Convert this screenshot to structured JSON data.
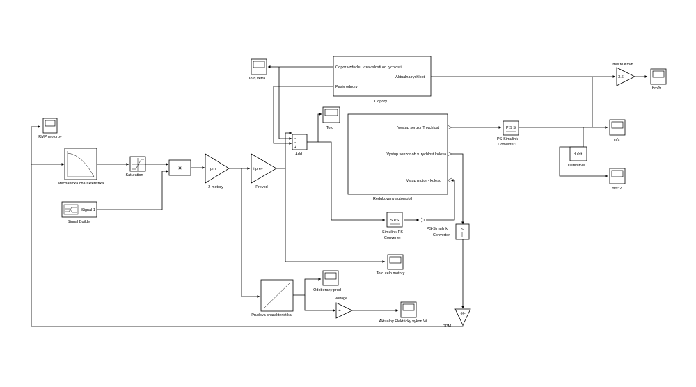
{
  "blocks": {
    "rmp_motorov": "RMP motorov",
    "mechanicka": "Mechanicka charakteristika",
    "saturation": "Saturation",
    "product": "×",
    "pm_gain": "pm",
    "dva_motory": "2 motory",
    "iprev_gain": "i prev",
    "prevod": "Prevod",
    "signal1": "Signal 1",
    "signal_builder": "Signal Builder",
    "torq_vetra": "Torq vetra",
    "odpory_in1": "Odpor vzduchu v zavislosti od rychlosti",
    "odpory_in2": "Pasiv odpory",
    "odpory_out": "Aktualna rychlost",
    "odpory": "Odpory",
    "torq": "Torq",
    "add": "Add",
    "add_signs": [
      "−",
      "−",
      "+"
    ],
    "auto_out1": "Vystup senzor T rychlost",
    "auto_out2": "Vystup senzor ob v. rychlost kolesa",
    "auto_in": "Vstup motor - koleso",
    "auto_name": "Redukovany automobil",
    "ps_sim1": "PS-Simulink",
    "ps_sim1b": "Converter1",
    "ps_sim1_icon": "P S   S",
    "ms_kmh": "m/s to Km/h",
    "gain36": "3.6",
    "kmh": "Km/h",
    "ms": "m/s",
    "derivative_icon": "du/dt",
    "derivative": "Derivative",
    "ms2": "m/s^2",
    "sim_ps_icon": "S  PS",
    "sim_ps1": "Simulink-PS",
    "sim_ps2": "Converter",
    "ps_sim2_1": "PS-Simulink",
    "ps_sim2_2": "Converter",
    "ps_sim2_icon": "S",
    "torq_celo": "Torq celo motory",
    "odoberany": "Odoberany prud",
    "voltage": "Voltage",
    "gain4": "4",
    "prudova": "Prudova charakteristika",
    "elektricky": "Aktualny Elektricky vykon W",
    "rpm_gain": "-K-",
    "rpm": "RPM"
  }
}
